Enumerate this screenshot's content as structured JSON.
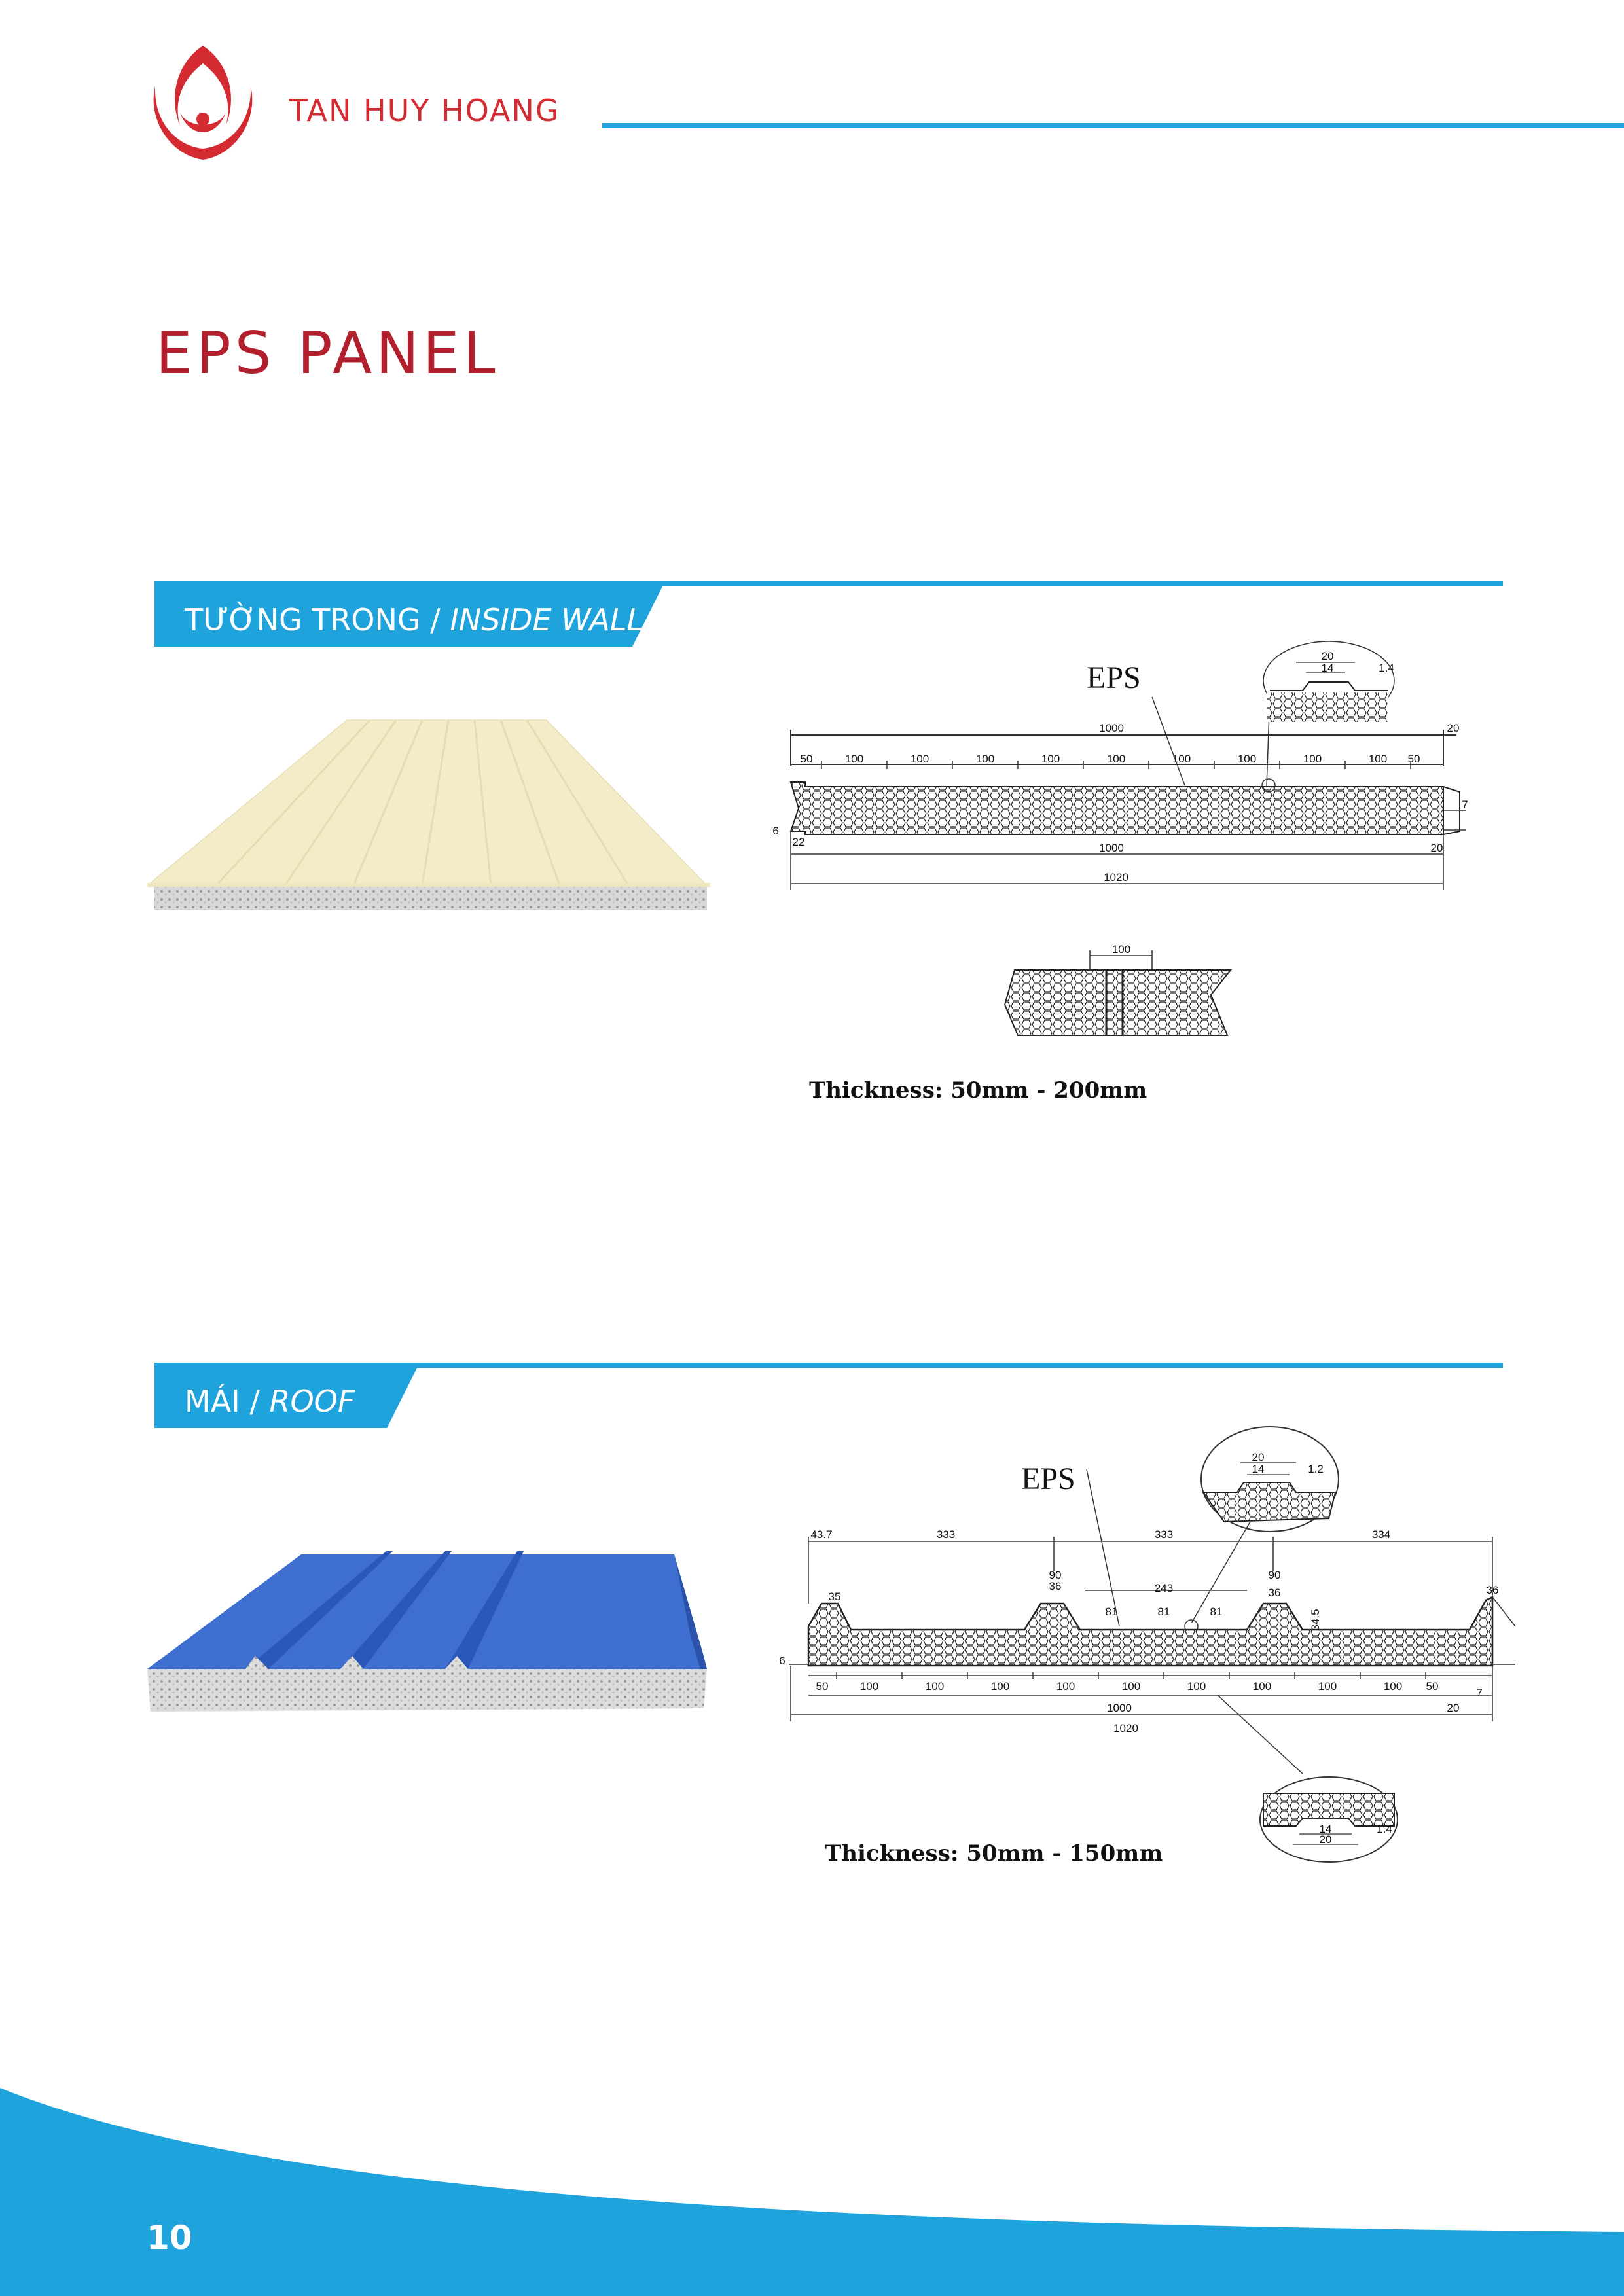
{
  "header": {
    "brand_name": "TAN HUY HOANG"
  },
  "page_title": "EPS PANEL",
  "sections": {
    "inside_wall": {
      "label_vi": "TƯỜNG TRONG",
      "separator": " / ",
      "label_en": "INSIDE WALL",
      "eps_label": "EPS",
      "thickness": "Thickness: 50mm - 200mm",
      "dims": {
        "top_total": "1000",
        "segments": [
          "50",
          "100",
          "100",
          "100",
          "100",
          "100",
          "100",
          "100",
          "100",
          "100",
          "50"
        ],
        "right_top": "20",
        "right_mid": "7",
        "left_small": "6",
        "left_bottom": "22",
        "bottom_inner": "1000",
        "bottom_right": "20",
        "bottom_total": "1020",
        "joint_width": "100",
        "detail_20": "20",
        "detail_14": "14",
        "detail_1_4": "1.4"
      }
    },
    "roof": {
      "label_vi": "MÁI",
      "separator": " / ",
      "label_en": "ROOF",
      "eps_label": "EPS",
      "thickness": "Thickness: 50mm - 150mm",
      "dims": {
        "top_left": "43.7",
        "spans": [
          "333",
          "333",
          "334"
        ],
        "rib_90a": "90",
        "rib_90b": "90",
        "rib_35": "35",
        "rib_36a": "36",
        "rib_36b": "36",
        "rib_36c": "36",
        "mid_243": "243",
        "mid_81": [
          "81",
          "81",
          "81"
        ],
        "rib_height": "34.5",
        "left_small": "6",
        "right_mid": "7",
        "segments": [
          "50",
          "100",
          "100",
          "100",
          "100",
          "100",
          "100",
          "100",
          "100",
          "100",
          "50"
        ],
        "bottom_inner": "1000",
        "bottom_right": "20",
        "bottom_total": "1020",
        "detail_top_20": "20",
        "detail_top_14": "14",
        "detail_top_1_2": "1.2",
        "detail_bot_14": "14",
        "detail_bot_20": "20",
        "detail_bot_1_4": "1.4"
      }
    }
  },
  "footer": {
    "page_number": "10"
  },
  "colors": {
    "brand_red": "#d42a32",
    "title_red": "#b21f2d",
    "accent_blue": "#1fa3dc",
    "wall_panel": "#f4ecc8",
    "roof_panel": "#3e6fd0"
  },
  "icons": {
    "logo": "phoenix-logo-icon"
  }
}
